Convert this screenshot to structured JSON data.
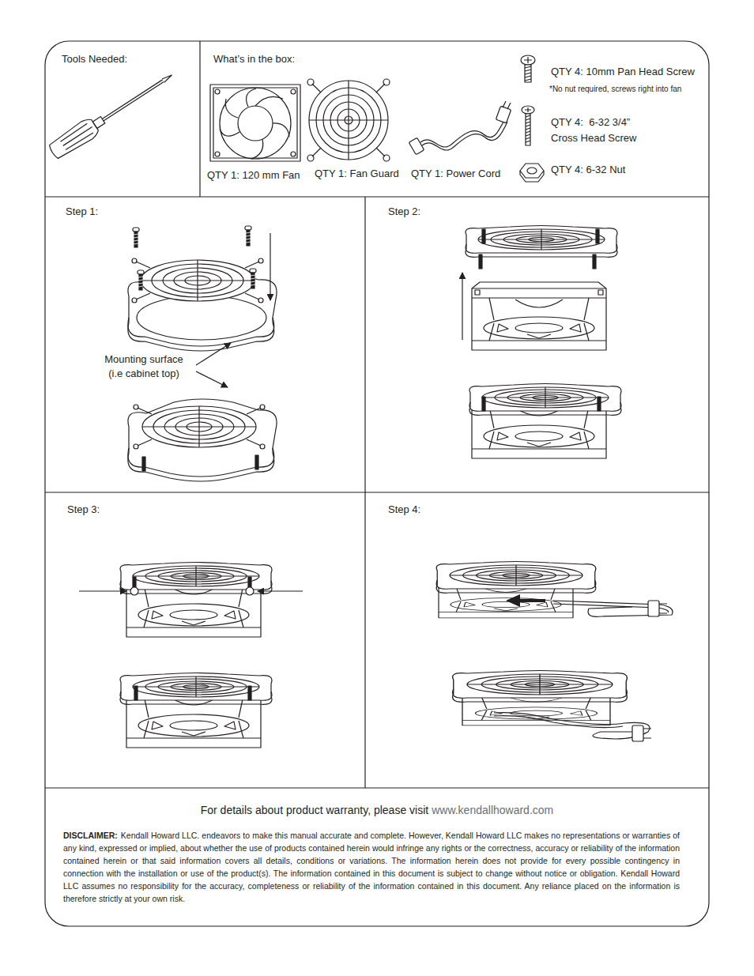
{
  "diagram": {
    "nodes": [
      {
        "text": [
          "Tools Needed:"
        ]
      },
      {
        "text": [
          "What’s in the box:"
        ]
      },
      {
        "text": [
          "Step 1:"
        ]
      },
      {
        "text": [
          "Step 2:"
        ]
      },
      {
        "text": [
          "Step 3:"
        ]
      },
      {
        "text": [
          "Step 4:"
        ]
      },
      {
        "text": [
          "For details about product warranty, please visit",
          "www.kendallhoward.com",
          "DISCLAIMER:",
          "Kendall Howard LLC. endeavors to make this manual accurate and complete. However, Kendall Howard LLC makes no representations or warranties of any kind, expressed or implied, about whether the use of products contained herein would infringe any rights or the correctness, accuracy or reliability of the information contained herein or that said information covers all details, conditions or variations. The information herein does not provide for every possible contingency in connection with the installation or use of the product(s). The information contained in this document is subject to change without notice or obligation.  Kendall Howard LLC assumes no responsibility for the accuracy, completeness or reliability of the information contained in this document.  Any reliance placed on the information is therefore strictly at your own risk."
        ]
      }
    ],
    "labels": [
      "QTY 1: 120 mm Fan",
      "QTY 1: Fan Guard",
      "QTY 1: Power Cord",
      "QTY 4: 10mm Pan Head Screw",
      "*No nut required, screws right into fan",
      "QTY 4:  6-32 3/4”",
      "Cross Head Screw",
      "QTY 4: 6-32 Nut",
      "Mounting surface (i.e cabinet top)"
    ]
  }
}
